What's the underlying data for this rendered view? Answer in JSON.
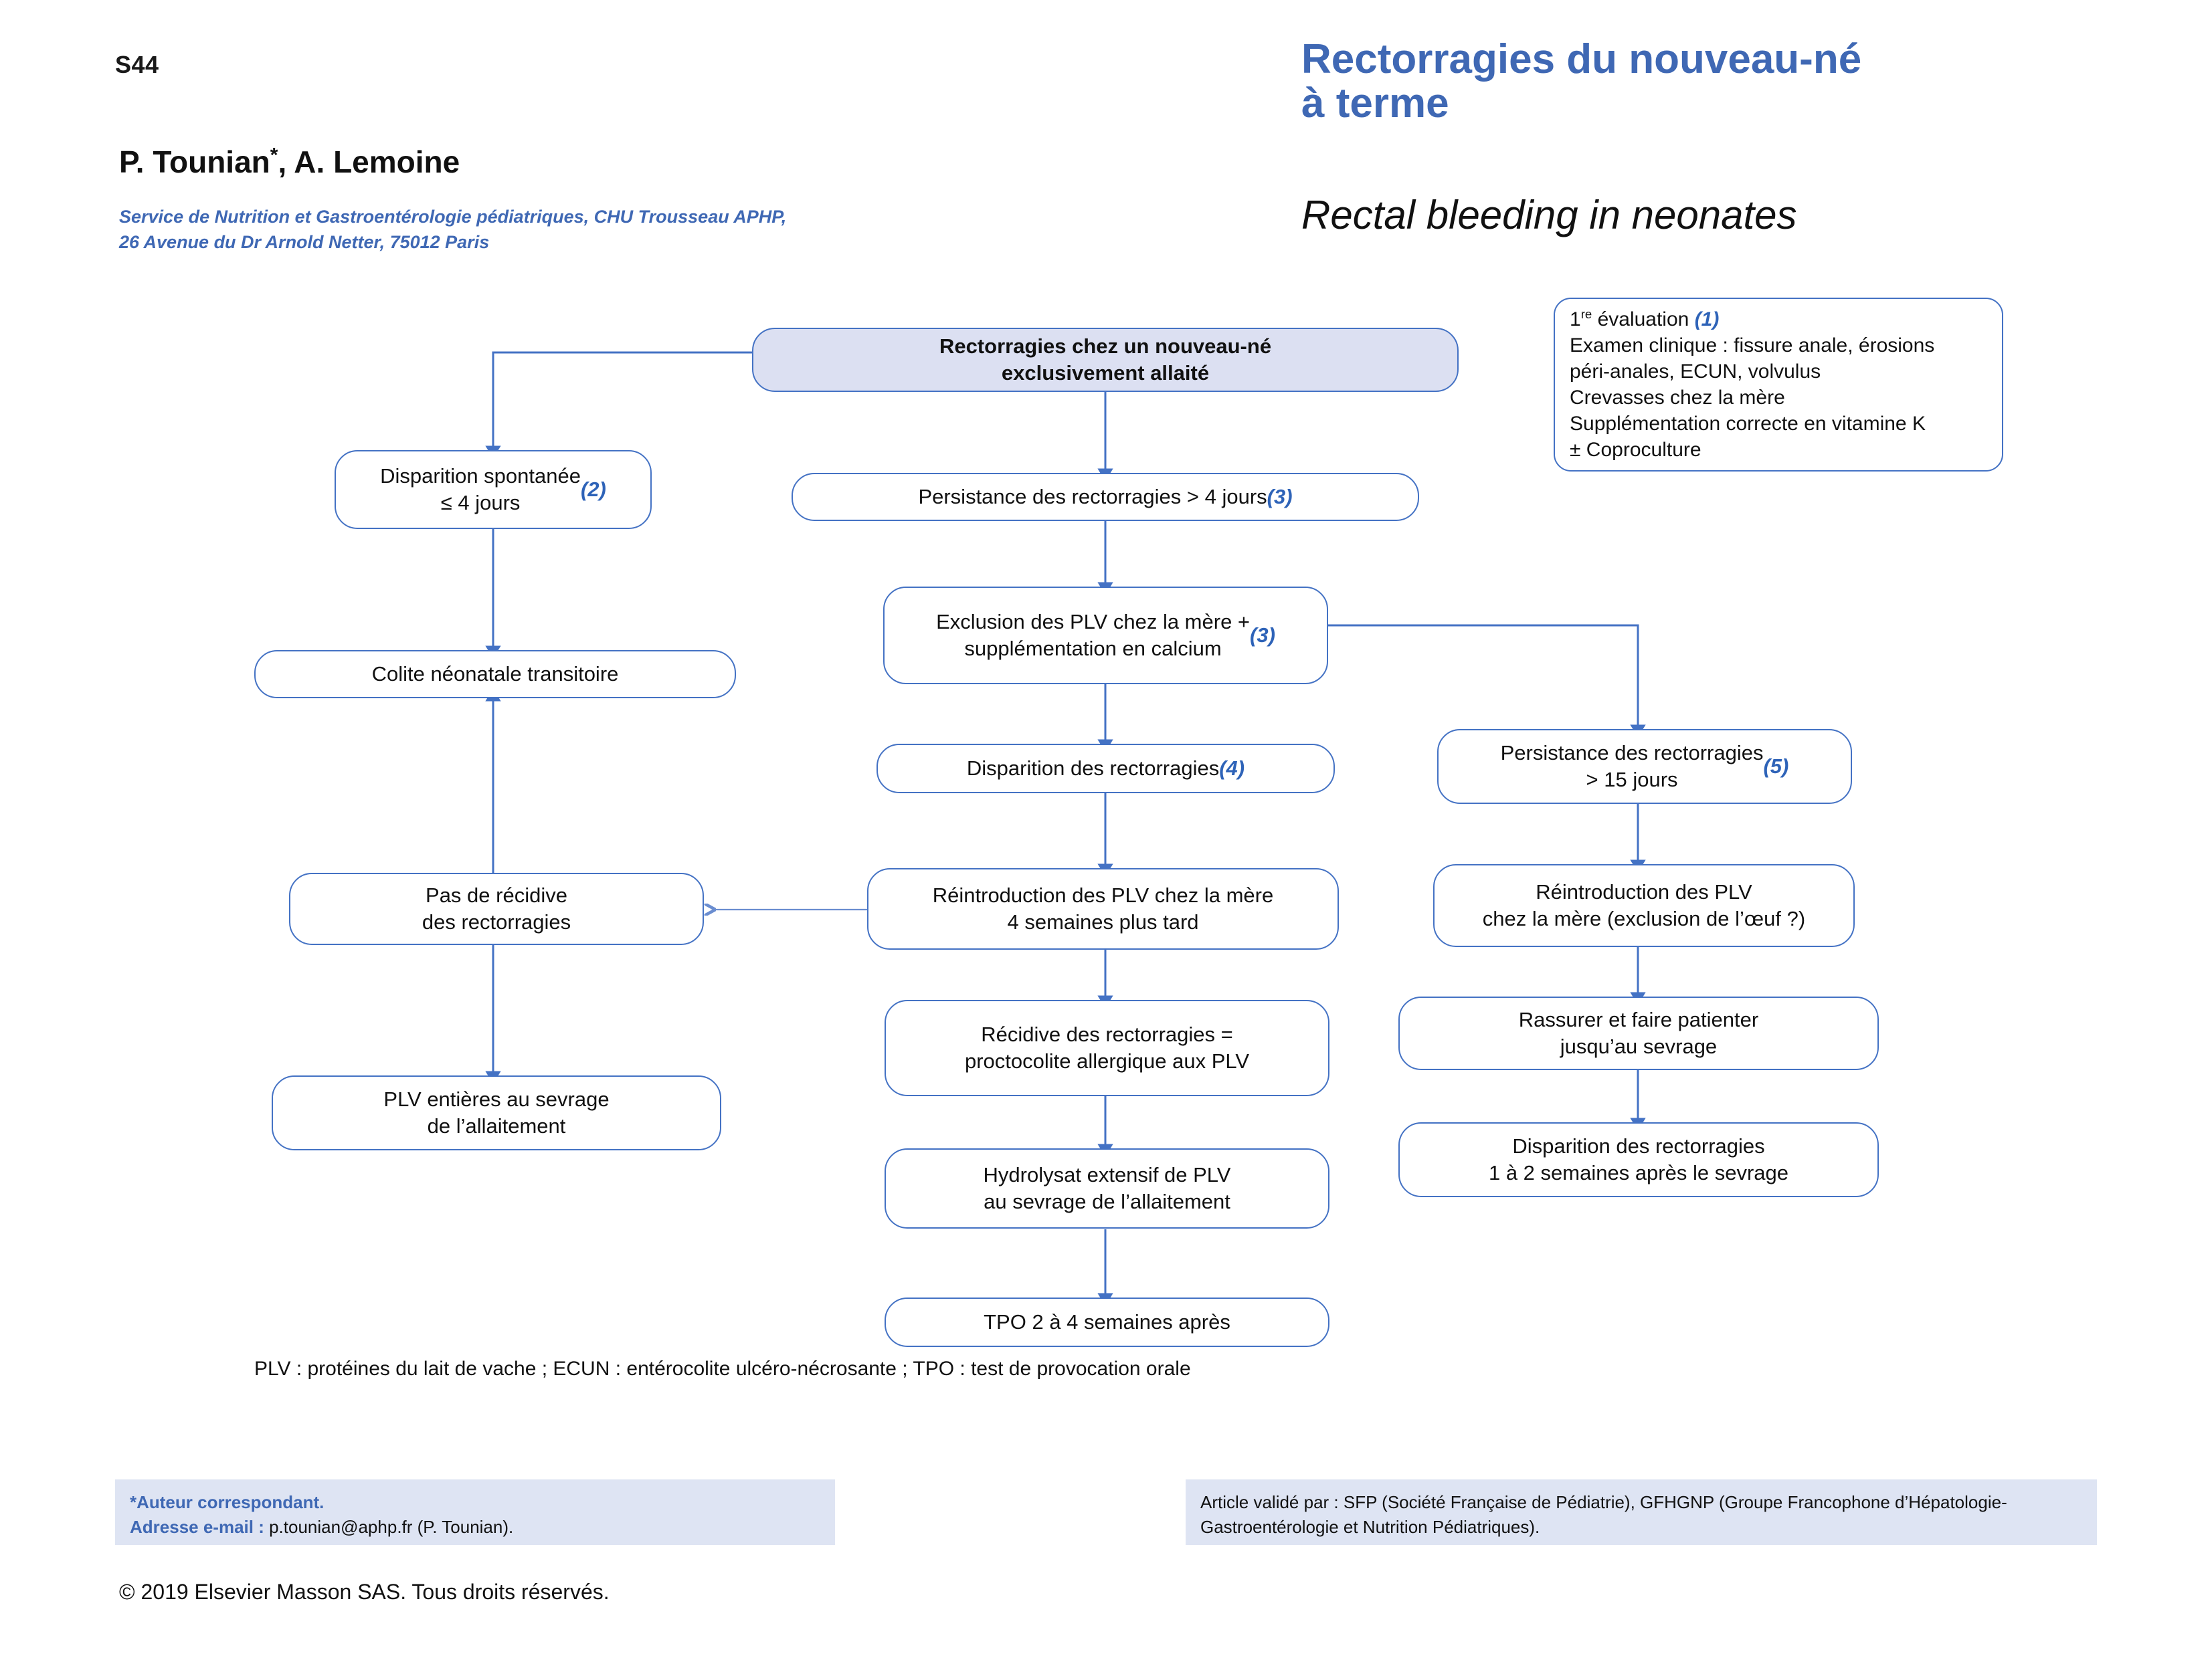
{
  "header": {
    "page_marker": "S44",
    "authors": "P. Tounian",
    "authors_star": "*",
    "authors_rest": ", A. Lemoine",
    "affiliation": "Service de Nutrition et Gastroentérologie pédiatriques, CHU Trousseau APHP,\n26 Avenue du Dr Arnold Netter, 75012 Paris",
    "title_fr": "Rectorragies du nouveau-né\nà terme",
    "title_en": "Rectal bleeding in neonates"
  },
  "chart_data": {
    "type": "diagram",
    "title": "Rectorragies chez un nouveau-né exclusivement allaité",
    "accent_color": "#4472C4",
    "start_fill": "#DCE0F2",
    "nodes": [
      {
        "id": "start",
        "text": "Rectorragies chez un nouveau-né\nexclusivement allaité",
        "ref": ""
      },
      {
        "id": "eval",
        "text": "1re évaluation (1)\nExamen clinique : fissure anale, érosions\npéri-anales, ECUN, volvulus\nCrevasses chez la mère\nSupplémentation correcte en vitamine K\n± Coproculture",
        "ref": "(1)"
      },
      {
        "id": "spontaneous",
        "text": "Disparition spontanée\n≤ 4 jours",
        "ref": "(2)"
      },
      {
        "id": "persist4",
        "text": "Persistance des rectorragies > 4 jours",
        "ref": "(3)"
      },
      {
        "id": "colitis",
        "text": "Colite néonatale transitoire",
        "ref": ""
      },
      {
        "id": "exclusion",
        "text": "Exclusion des PLV chez la mère +\nsupplémentation en calcium",
        "ref": "(3)"
      },
      {
        "id": "disappear",
        "text": "Disparition des rectorragies",
        "ref": "(4)"
      },
      {
        "id": "persist15",
        "text": "Persistance des rectorragies\n> 15 jours",
        "ref": "(5)"
      },
      {
        "id": "norelapse",
        "text": "Pas de récidive\ndes rectorragies",
        "ref": ""
      },
      {
        "id": "reintro",
        "text": "Réintroduction des PLV chez la mère\n4 semaines plus tard",
        "ref": ""
      },
      {
        "id": "reintro_right",
        "text": "Réintroduction des PLV\nchez la mère (exclusion de l’œuf ?)",
        "ref": ""
      },
      {
        "id": "relapse",
        "text": "Récidive des rectorragies =\nproctocolite allergique aux PLV",
        "ref": ""
      },
      {
        "id": "reassure",
        "text": "Rassurer et faire patienter\njusqu’au sevrage",
        "ref": ""
      },
      {
        "id": "wholeplv",
        "text": "PLV entières au sevrage\nde l’allaitement",
        "ref": ""
      },
      {
        "id": "hydrolysate",
        "text": "Hydrolysat extensif de PLV\nau sevrage de l’allaitement",
        "ref": ""
      },
      {
        "id": "disappear_right",
        "text": "Disparition des rectorragies\n1 à 2 semaines après le sevrage",
        "ref": ""
      },
      {
        "id": "tpo",
        "text": "TPO 2 à 4 semaines après",
        "ref": ""
      }
    ],
    "edges": [
      {
        "from": "start",
        "to": "spontaneous",
        "style": "elbow-left"
      },
      {
        "from": "start",
        "to": "persist4",
        "style": "vertical"
      },
      {
        "from": "spontaneous",
        "to": "colitis",
        "style": "vertical"
      },
      {
        "from": "persist4",
        "to": "exclusion",
        "style": "vertical"
      },
      {
        "from": "exclusion",
        "to": "disappear",
        "style": "vertical"
      },
      {
        "from": "exclusion",
        "to": "persist15",
        "style": "elbow-right"
      },
      {
        "from": "disappear",
        "to": "reintro",
        "style": "vertical"
      },
      {
        "from": "reintro",
        "to": "norelapse",
        "style": "horizontal-left"
      },
      {
        "from": "reintro",
        "to": "relapse",
        "style": "vertical"
      },
      {
        "from": "norelapse",
        "to": "colitis",
        "style": "vertical-up"
      },
      {
        "from": "norelapse",
        "to": "wholeplv",
        "style": "vertical"
      },
      {
        "from": "relapse",
        "to": "hydrolysate",
        "style": "vertical"
      },
      {
        "from": "hydrolysate",
        "to": "tpo",
        "style": "vertical"
      },
      {
        "from": "persist15",
        "to": "reintro_right",
        "style": "vertical"
      },
      {
        "from": "reintro_right",
        "to": "reassure",
        "style": "vertical"
      },
      {
        "from": "reassure",
        "to": "disappear_right",
        "style": "vertical"
      }
    ]
  },
  "legend": "PLV : protéines du lait de vache ; ECUN : entérocolite ulcéro-nécrosante ; TPO : test de provocation orale",
  "footer": {
    "corresponding_author": "*Auteur correspondant.",
    "email_label": "Adresse e-mail :",
    "email_value": " p.tounian@aphp.fr (P. Tounian).",
    "validation": "Article validé par : SFP (Société Française de Pédiatrie), GFHGNP (Groupe Francophone d’Hépatologie-Gastroentérologie et Nutrition Pédiatriques).",
    "copyright": "© 2019 Elsevier Masson SAS. Tous droits réservés."
  }
}
